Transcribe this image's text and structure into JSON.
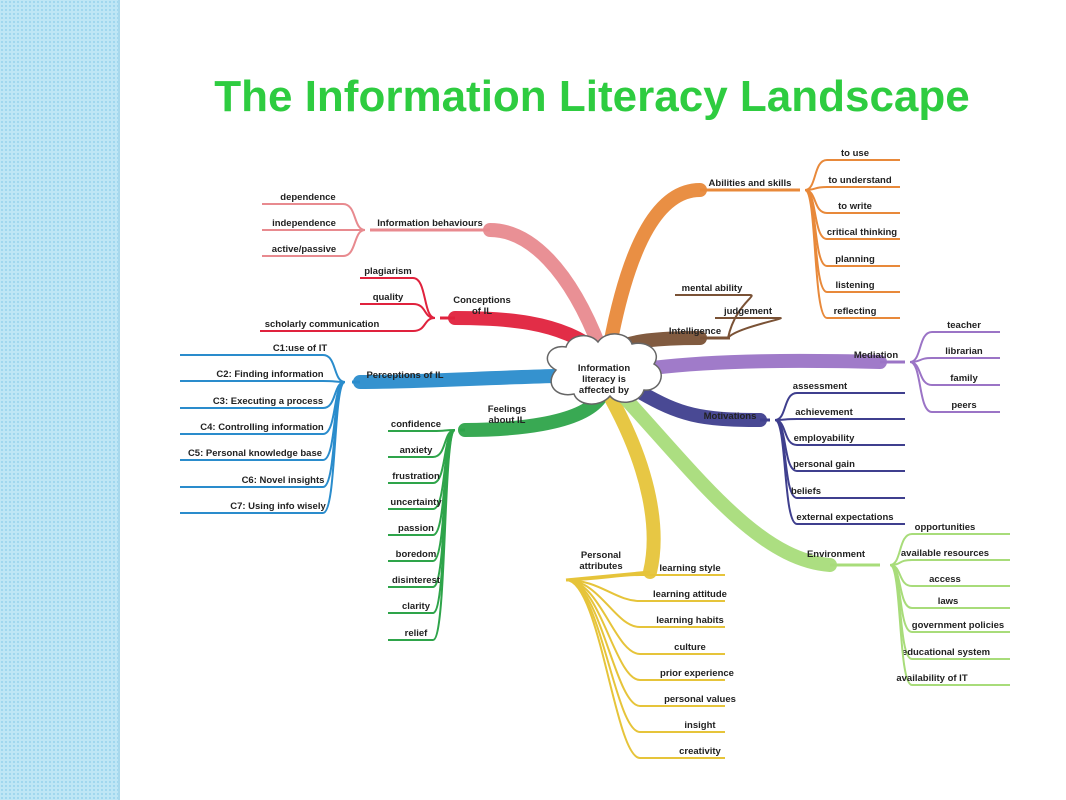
{
  "slide": {
    "title": "The Information Literacy Landscape"
  },
  "center": {
    "lines": [
      "Information",
      "literacy is",
      "affected  by"
    ]
  },
  "colors": {
    "title": "#2ecc40",
    "strip": "#bfe6f5"
  },
  "branches": [
    {
      "key": "abilities",
      "label": "Abilities and skills",
      "color": "#e8893a",
      "items": [
        "to use",
        "to understand",
        "to write",
        "critical thinking",
        "planning",
        "listening",
        "reflecting"
      ]
    },
    {
      "key": "behaviours",
      "label": "Information behaviours",
      "color": "#e88a8f",
      "items": [
        "dependence",
        "independence",
        "active/passive"
      ]
    },
    {
      "key": "conceptions",
      "label": [
        "Conceptions",
        "of IL"
      ],
      "color": "#e0223d",
      "items": [
        "plagiarism",
        "quality",
        "scholarly communication"
      ]
    },
    {
      "key": "intelligence",
      "label": "Intelligence",
      "color": "#7a5236",
      "items": [
        "mental ability",
        "judgement"
      ]
    },
    {
      "key": "perceptions",
      "label": "Perceptions of IL",
      "color": "#2a8ccc",
      "items": [
        "C1:use of IT",
        "C2: Finding information",
        "C3: Executing a process",
        "C4: Controlling information",
        "C5: Personal knowledge base",
        "C6: Novel insights",
        "C7: Using info wisely"
      ]
    },
    {
      "key": "mediation",
      "label": "Mediation",
      "color": "#9b74c6",
      "items": [
        "teacher",
        "librarian",
        "family",
        "peers"
      ]
    },
    {
      "key": "motivations",
      "label": "Motivations",
      "color": "#3f3f8e",
      "items": [
        "assessment",
        "achievement",
        "employability",
        "personal gain",
        "beliefs",
        "external expectations"
      ]
    },
    {
      "key": "feelings",
      "label": [
        "Feelings",
        "about IL"
      ],
      "color": "#2ea44a",
      "items": [
        "confidence",
        "anxiety",
        "frustration",
        "uncertainty",
        "passion",
        "boredom",
        "disinterest",
        "clarity",
        "relief"
      ]
    },
    {
      "key": "personal",
      "label": [
        "Personal",
        "attributes"
      ],
      "color": "#e6c43a",
      "items": [
        "learning style",
        "learning attitude",
        "learning habits",
        "culture",
        "prior experience",
        "personal values",
        "insight",
        "creativity"
      ]
    },
    {
      "key": "environment",
      "label": "Environment",
      "color": "#a8dc7a",
      "items": [
        "opportunities",
        "available resources",
        "access",
        "laws",
        "government policies",
        "educational system",
        "availability of IT"
      ]
    }
  ]
}
